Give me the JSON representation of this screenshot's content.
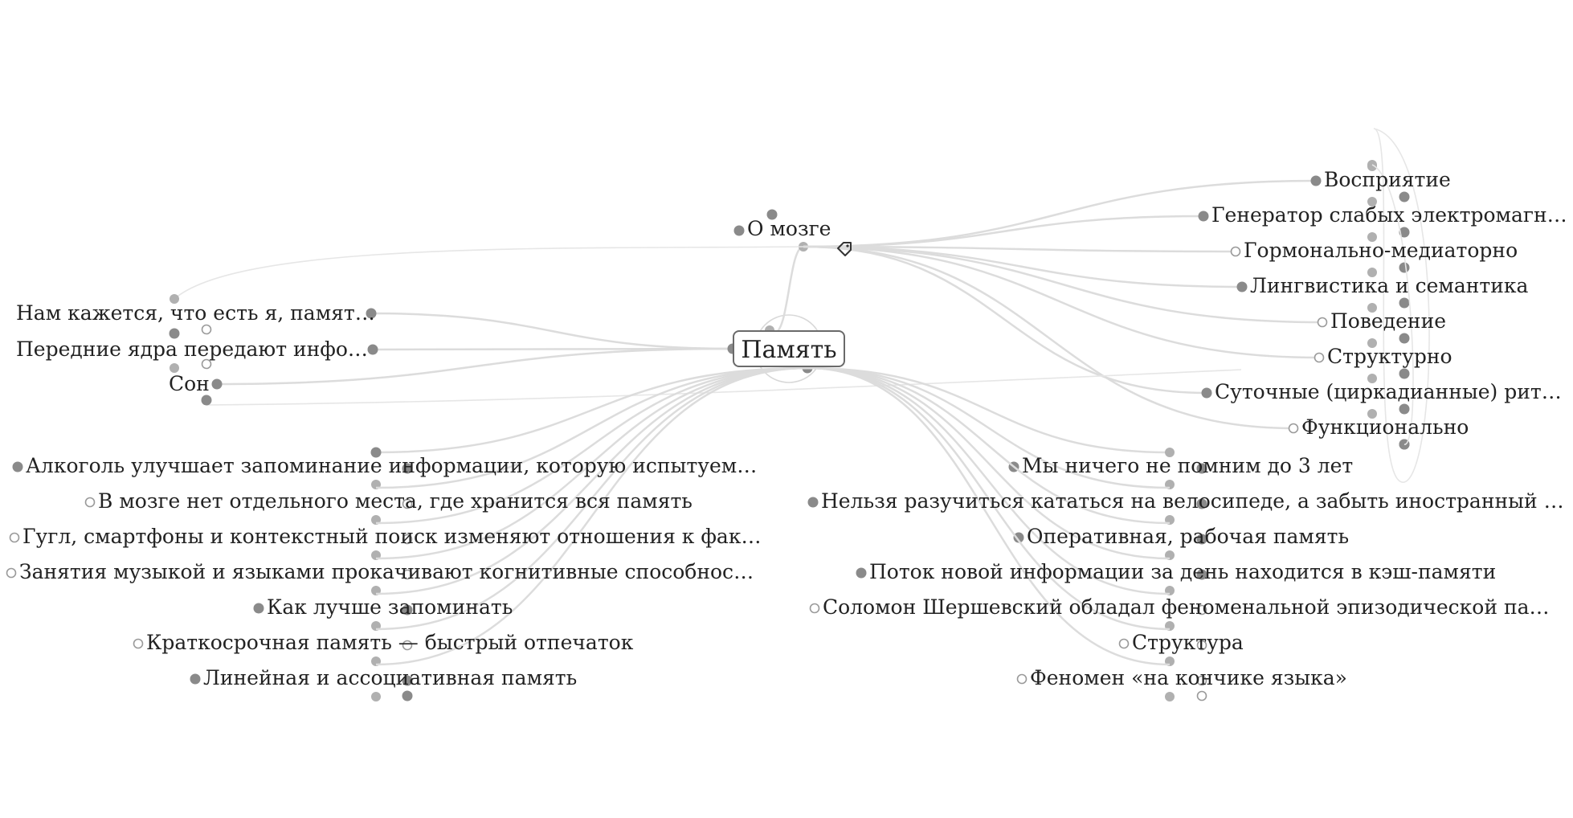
{
  "root": {
    "label": "Память"
  },
  "top_node": {
    "label": "О мозге"
  },
  "right_branch": [
    {
      "label": "Восприятие",
      "marker": "filled"
    },
    {
      "label": "Генератор слабых электромагн…",
      "marker": "filled"
    },
    {
      "label": "Гормонально-медиаторно",
      "marker": "ring"
    },
    {
      "label": "Лингвистика и семантика",
      "marker": "filled"
    },
    {
      "label": "Поведение",
      "marker": "ring"
    },
    {
      "label": "Структурно",
      "marker": "ring"
    },
    {
      "label": "Суточные (циркадианные) рит…",
      "marker": "filled"
    },
    {
      "label": "Функционально",
      "marker": "ring"
    }
  ],
  "left_branch": [
    {
      "label": "Нам кажется, что есть я, памят…"
    },
    {
      "label": "Передние ядра передают инфо…"
    },
    {
      "label": "Сон"
    }
  ],
  "bottom_left": [
    {
      "label": "Алкоголь улучшает запоминание информации, которую испытуем…",
      "marker": "filled"
    },
    {
      "label": "В мозге нет отдельного места, где хранится вся память",
      "marker": "ring"
    },
    {
      "label": "Гугл, смартфоны и контекстный поиск изменяют отношения к фак…",
      "marker": "ring"
    },
    {
      "label": "Занятия музыкой и языками прокачивают когнитивные способнос…",
      "marker": "ring"
    },
    {
      "label": "Как лучше запоминать",
      "marker": "filled"
    },
    {
      "label": "Краткосрочная память — быстрый отпечаток",
      "marker": "ring"
    },
    {
      "label": "Линейная и ассоциативная память",
      "marker": "filled"
    }
  ],
  "bottom_right": [
    {
      "label": "Мы ничего не помним до 3 лет",
      "marker": "filled"
    },
    {
      "label": "Нельзя разучиться кататься на велосипеде, а забыть иностранный …",
      "marker": "filled"
    },
    {
      "label": "Оперативная, рабочая память",
      "marker": "filled"
    },
    {
      "label": "Поток новой информации за день находится в кэш-памяти",
      "marker": "filled"
    },
    {
      "label": "Соломон Шершевский обладал феноменальной эпизодической па…",
      "marker": "ring"
    },
    {
      "label": "Структура",
      "marker": "ring"
    },
    {
      "label": "Феномен «на кончике языка»",
      "marker": "ring"
    }
  ],
  "icons": {
    "tag": "tag-icon"
  }
}
